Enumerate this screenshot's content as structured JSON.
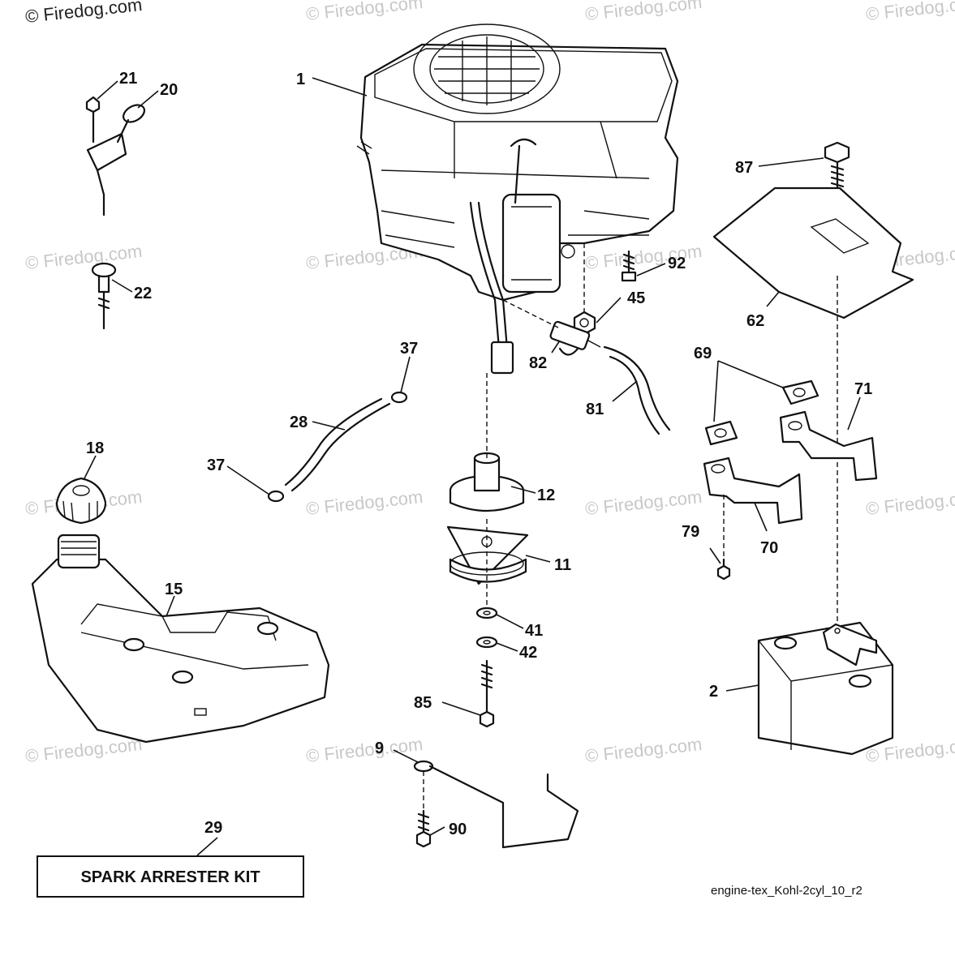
{
  "watermark": {
    "top_left": "© Firedog.com",
    "repeat": "© Firedog.com"
  },
  "callouts": {
    "c1": "1",
    "c2": "2",
    "c9": "9",
    "c11": "11",
    "c12": "12",
    "c15": "15",
    "c18": "18",
    "c20": "20",
    "c21": "21",
    "c22": "22",
    "c28": "28",
    "c29": "29",
    "c37a": "37",
    "c37b": "37",
    "c41": "41",
    "c42": "42",
    "c45": "45",
    "c62": "62",
    "c69": "69",
    "c70": "70",
    "c71": "71",
    "c79": "79",
    "c81": "81",
    "c82": "82",
    "c85": "85",
    "c87": "87",
    "c90": "90",
    "c92": "92"
  },
  "kit_label": "SPARK ARRESTER KIT",
  "drawing_ref": "engine-tex_Kohl-2cyl_10_r2"
}
